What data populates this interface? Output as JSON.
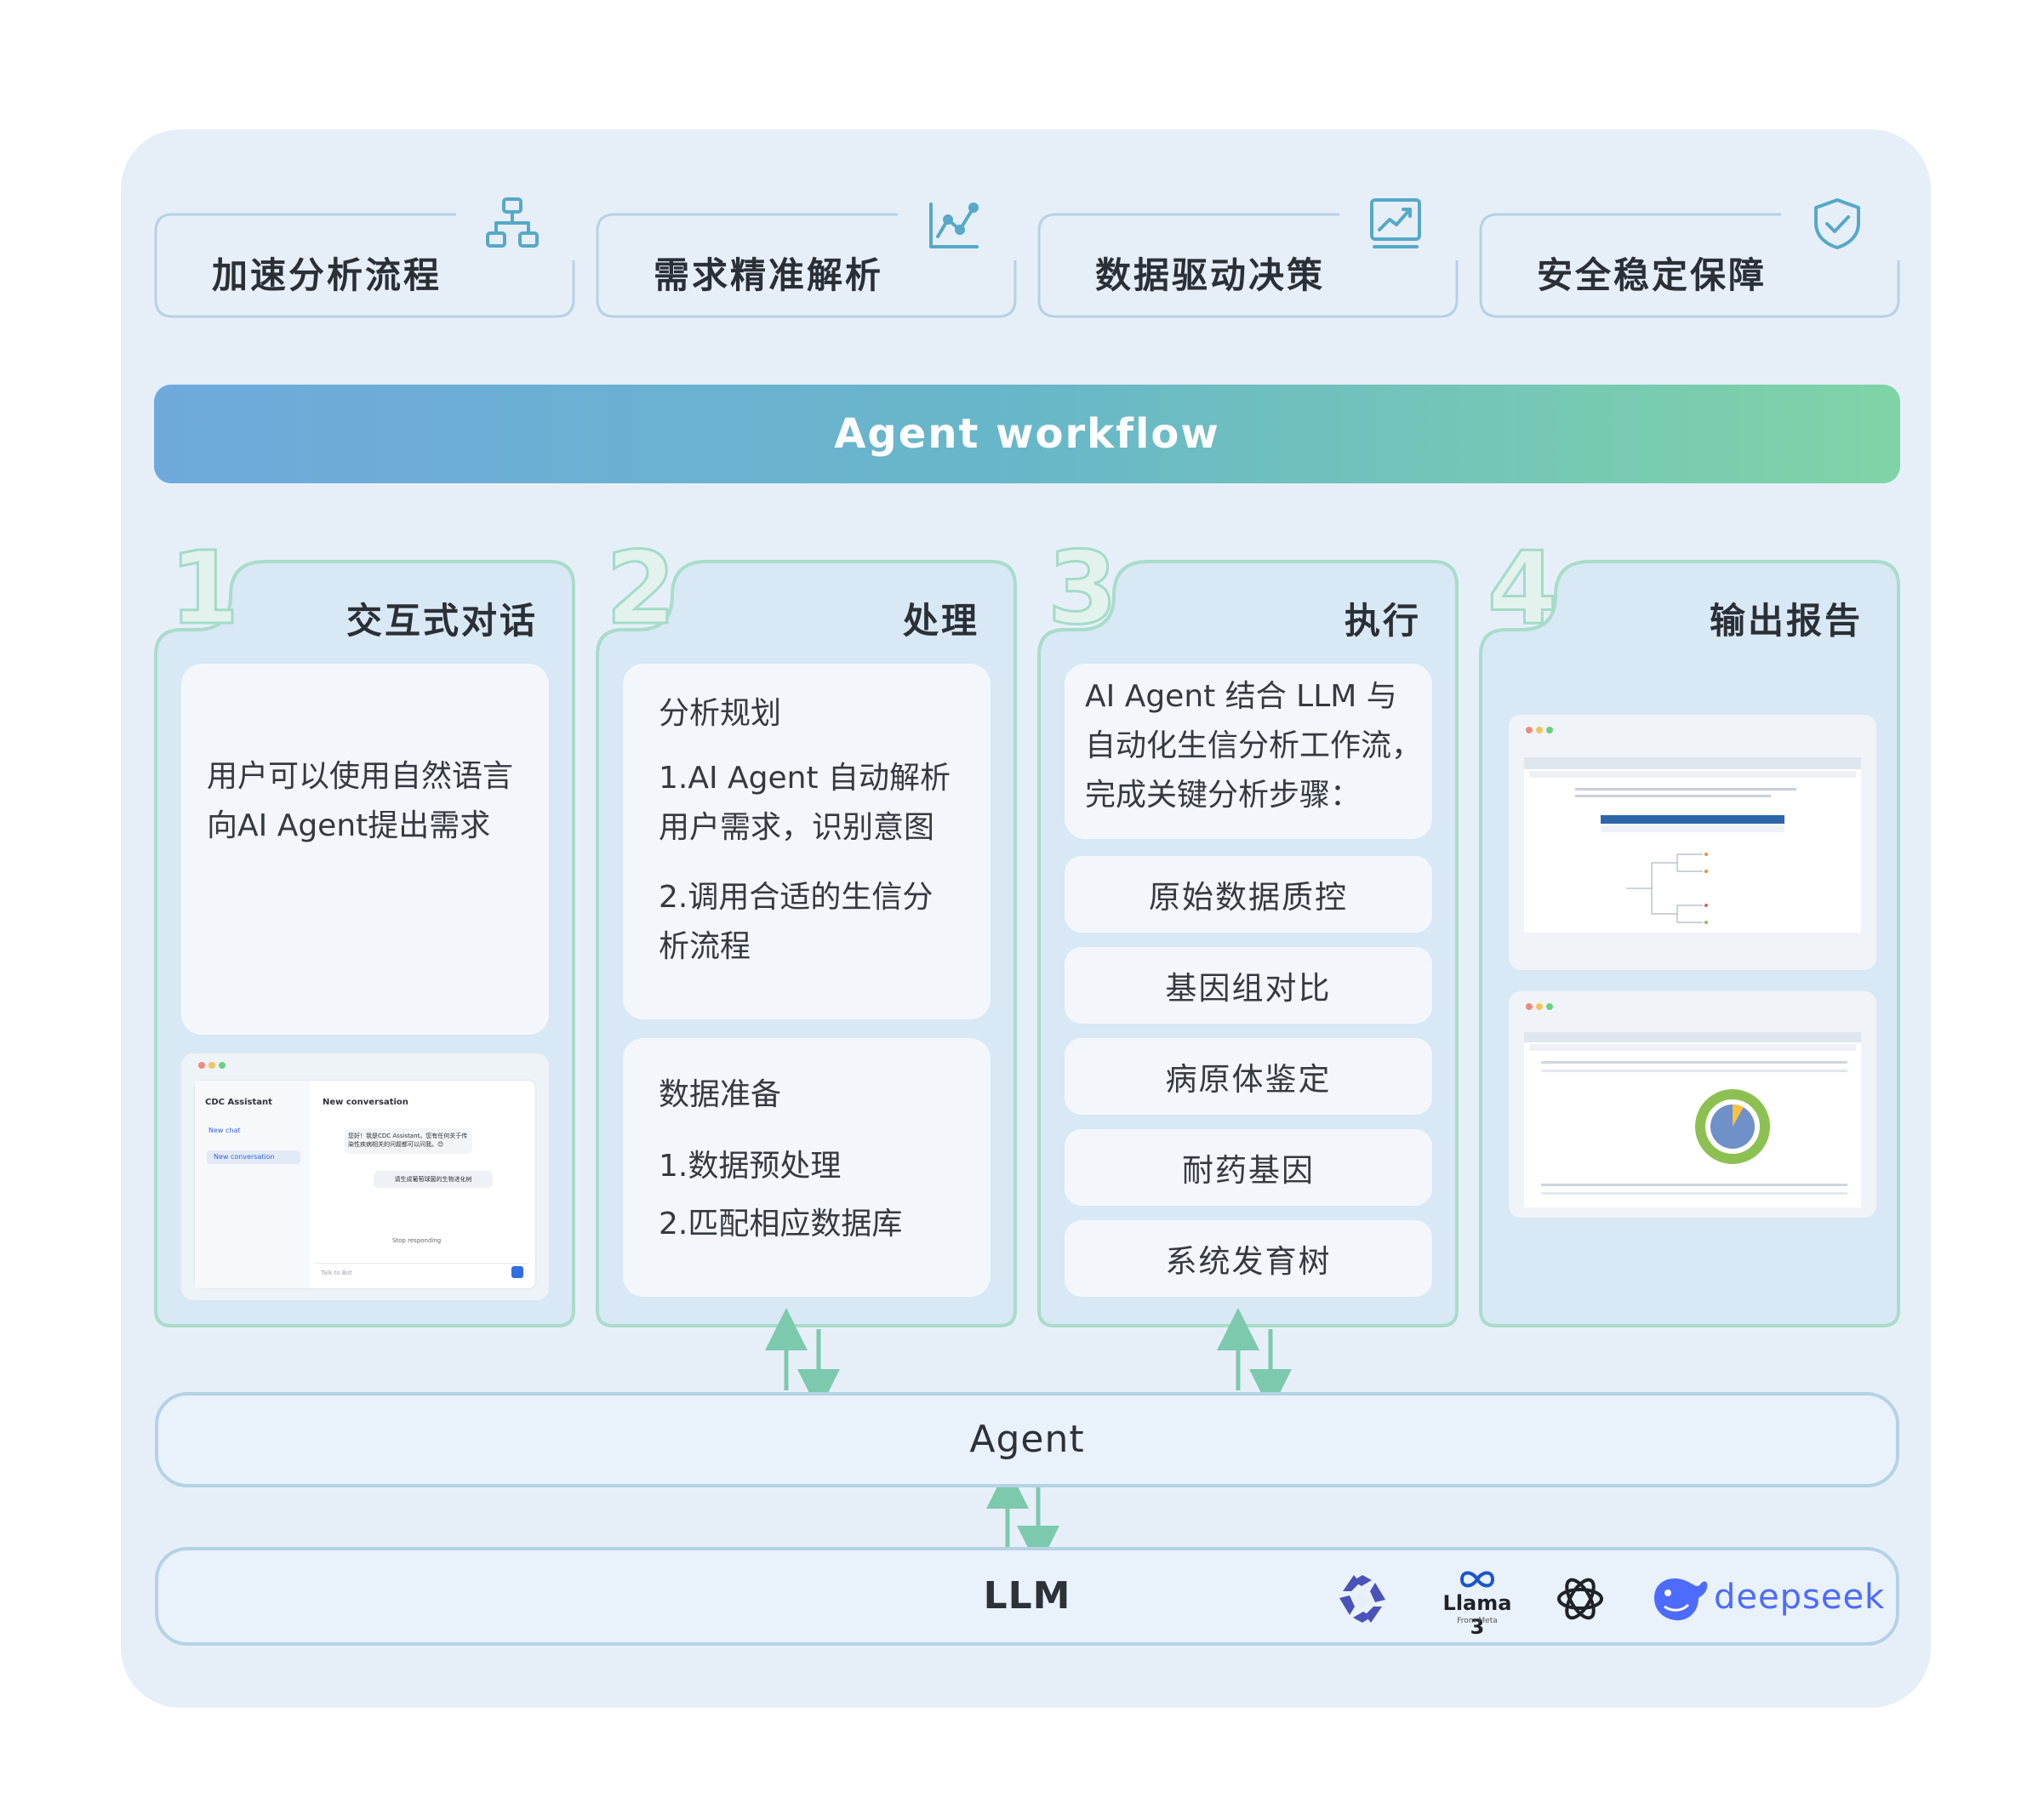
{
  "features": [
    {
      "title": "加速分析流程",
      "icon": "hierarchy-icon"
    },
    {
      "title": "需求精准解析",
      "icon": "line-analytics-icon"
    },
    {
      "title": "数据驱动决策",
      "icon": "growth-chart-icon"
    },
    {
      "title": "安全稳定保障",
      "icon": "shield-check-icon"
    }
  ],
  "banner": "Agent workflow",
  "steps": [
    {
      "number": "1",
      "title": "交互式对话",
      "text_lines": [
        "用户可以使用自然语言",
        "向AI Agent提出需求"
      ],
      "chat": {
        "app_name": "CDC Assistant",
        "new_chat": "New chat",
        "new_conversation_item": "New conversation",
        "header": "New conversation",
        "bot_message": "您好！我是CDC Assistant。您有任何关于传染性疾病相关的问题都可以问我。😊",
        "user_message": "请生成葡萄球菌的生物进化树",
        "stop": "Stop responding",
        "input_placeholder": "Talk to Bot"
      }
    },
    {
      "number": "2",
      "title": "处理",
      "sections": [
        {
          "heading": "分析规划",
          "items": [
            [
              "1.AI Agent 自动解析",
              "用户需求，识别意图"
            ],
            [
              "2.调用合适的生信分",
              "析流程"
            ]
          ]
        },
        {
          "heading": "数据准备",
          "items": [
            [
              "1.数据预处理"
            ],
            [
              "2.匹配相应数据库"
            ]
          ]
        }
      ]
    },
    {
      "number": "3",
      "title": "执行",
      "intro_lines": [
        "AI Agent 结合 LLM 与",
        "自动化生信分析工作流，",
        "完成关键分析步骤："
      ],
      "tasks": [
        "原始数据质控",
        "基因组对比",
        "病原体鉴定",
        "耐药基因",
        "系统发育树"
      ]
    },
    {
      "number": "4",
      "title": "输出报告"
    }
  ],
  "agent_label": "Agent",
  "llm_label": "LLM",
  "llm_logos": [
    {
      "name": "qwen-logo-icon"
    },
    {
      "name": "llama-logo",
      "label": "Llama 3",
      "sublabel": "From Meta"
    },
    {
      "name": "openai-logo-icon"
    },
    {
      "name": "deepseek-logo",
      "label": "deepseek"
    }
  ],
  "colors": {
    "frame": "#e6eff8",
    "card_border": "#b4d2e6",
    "column_border": "#a9dccb",
    "arrow": "#7cc9ad",
    "banner_start": "#6fa9dc",
    "banner_end": "#7fd4a6",
    "deepseek": "#4d6bfe"
  }
}
